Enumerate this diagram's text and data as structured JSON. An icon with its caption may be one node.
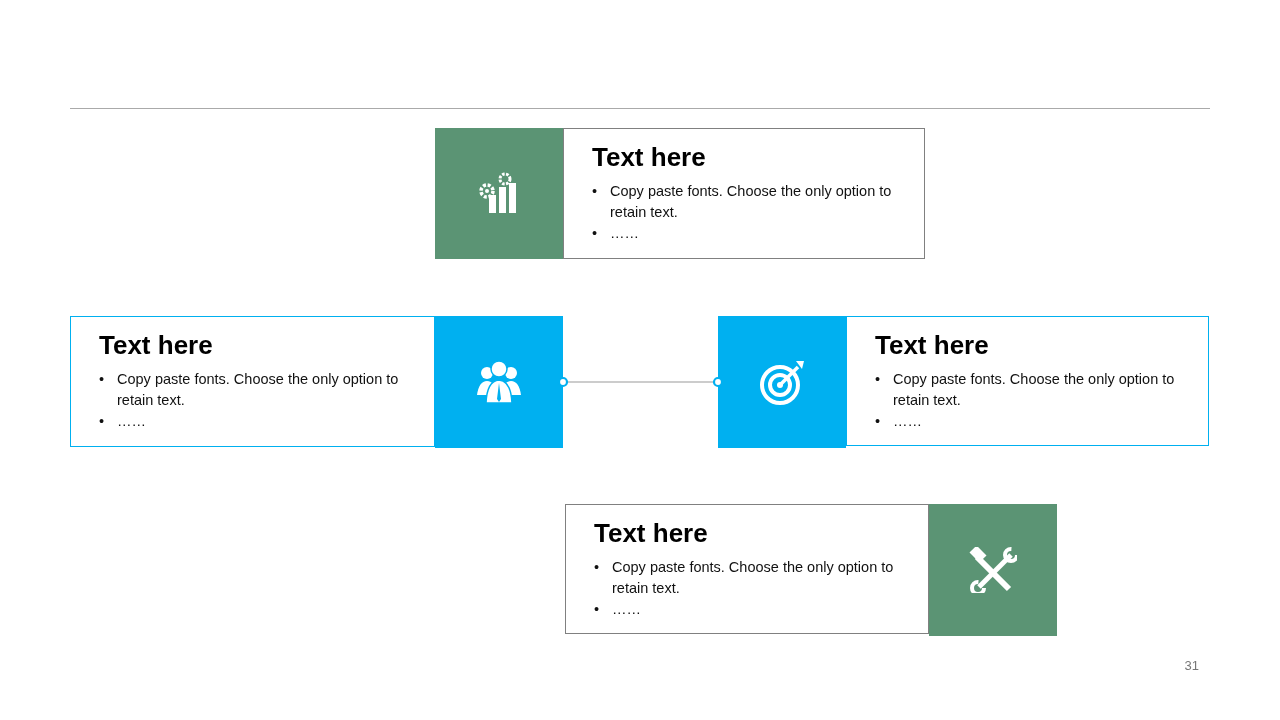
{
  "diagram": {
    "nodes": [
      {
        "text": [],
        "shape": "box"
      },
      {
        "text": [
          "Text here",
          "•",
          "Copy paste fonts. Choose the only option to retain text.",
          "•",
          "……"
        ]
      },
      {
        "text": [
          "Text here",
          "•",
          "Copy paste fonts. Choose the only option to retain text.",
          "•",
          "……"
        ]
      },
      {
        "text": [],
        "shape": "box"
      },
      {
        "text": [],
        "shape": "box"
      },
      {
        "text": [
          "Text here",
          "•",
          "Copy paste fonts. Choose the only option to retain text.",
          "•",
          "……"
        ]
      },
      {
        "text": [
          "Text here",
          "•",
          "Copy paste fonts. Choose the only option to retain text.",
          "•",
          "……"
        ]
      },
      {
        "text": [],
        "shape": "box"
      }
    ],
    "edges": [
      {
        "from": 3,
        "to": 4,
        "arrow": "other"
      }
    ],
    "labels": [
      "31"
    ]
  }
}
